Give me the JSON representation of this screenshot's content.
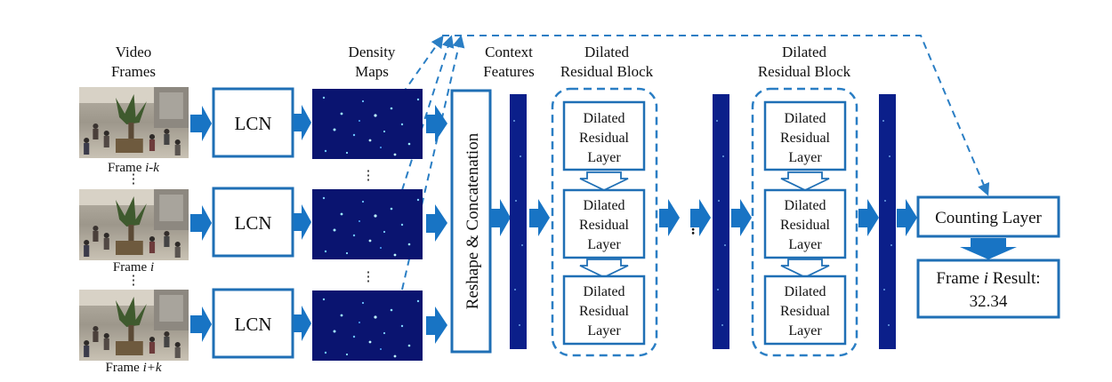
{
  "colors": {
    "arrow": "#1874c4",
    "box_border": "#1f6fb5",
    "dashed": "#2a7ec4",
    "density_bg": "#0a1470",
    "feature_bg": "#0b1f8a"
  },
  "headings": {
    "video_frames": [
      "Video",
      "Frames"
    ],
    "density_maps": [
      "Density",
      "Maps"
    ],
    "context_features": [
      "Context",
      "Features"
    ],
    "dilated_block_1": [
      "Dilated",
      "Residual Block"
    ],
    "dilated_block_2": [
      "Dilated",
      "Residual Block"
    ]
  },
  "frames": [
    {
      "label_prefix": "Frame ",
      "label_italic": "i-k"
    },
    {
      "label_prefix": "Frame ",
      "label_italic": "i"
    },
    {
      "label_prefix": "Frame ",
      "label_italic": "i+k"
    }
  ],
  "lcn_label": "LCN",
  "vertical_dots": "⋮",
  "reshape_label": "Reshape & Concatenation",
  "dilated_layer_label": [
    "Dilated",
    "Residual",
    "Layer"
  ],
  "horizontal_dots": "•••••",
  "counting_layer_label": "Counting Layer",
  "result": {
    "line1_prefix": "Frame ",
    "line1_italic": "i",
    "line1_suffix": " Result:",
    "value": "32.34"
  }
}
